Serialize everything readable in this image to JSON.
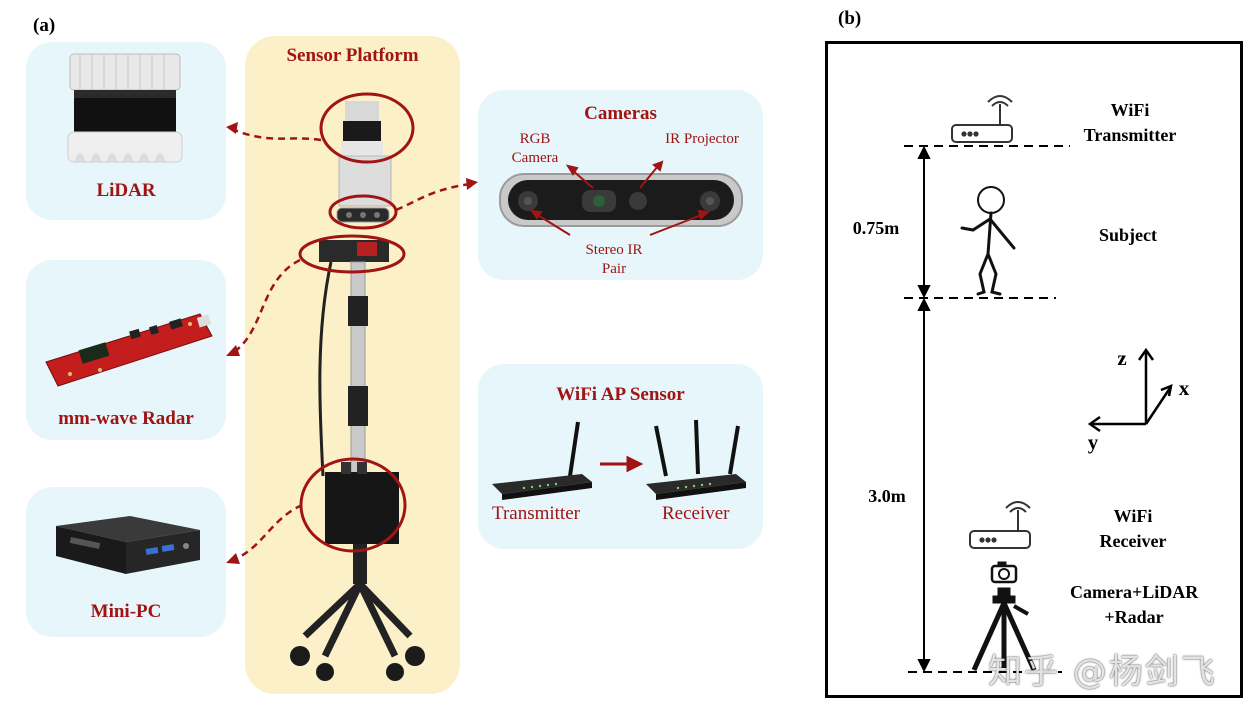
{
  "panel_a": {
    "label": "(a)",
    "lidar": {
      "title": "LiDAR"
    },
    "radar": {
      "title": "mm-wave Radar"
    },
    "minipc": {
      "title": "Mini-PC"
    },
    "platform": {
      "title": "Sensor Platform"
    },
    "cameras": {
      "title": "Cameras",
      "rgb_label": "RGB Camera",
      "ir_projector_label": "IR Projector",
      "stereo_label": "Stereo IR Pair"
    },
    "wifi_ap": {
      "title": "WiFi AP Sensor",
      "transmitter_label": "Transmitter",
      "receiver_label": "Receiver"
    }
  },
  "panel_b": {
    "label": "(b)",
    "wifi_transmitter": "WiFi Transmitter",
    "subject": "Subject",
    "dist_top": "0.75m",
    "dist_bottom": "3.0m",
    "axis_z": "z",
    "axis_x": "x",
    "axis_y": "y",
    "wifi_receiver": "WiFi Receiver",
    "sensor_stack": "Camera+LiDAR +Radar"
  },
  "watermark": "知乎 @杨剑飞",
  "colors": {
    "accent_red": "#a01414",
    "card_blue": "#e6f6fb",
    "platform_yellow": "#fbf0c8"
  }
}
